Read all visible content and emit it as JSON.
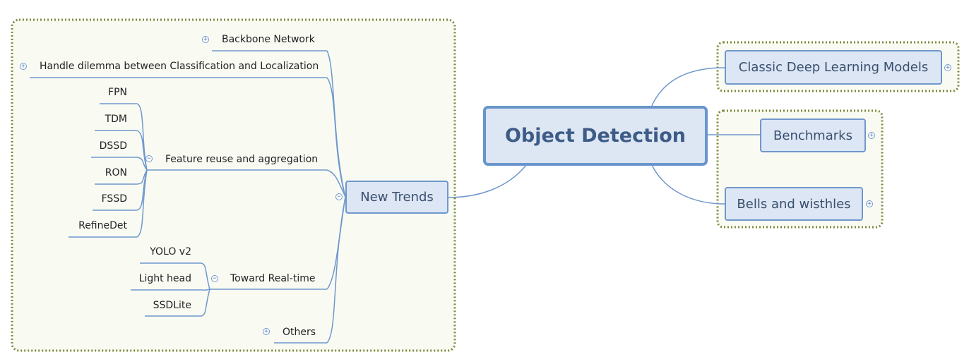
{
  "root": {
    "label": "Object Detection"
  },
  "main_topics": {
    "classic": "Classic Deep Learning Models",
    "benchmarks": "Benchmarks",
    "bells": "Bells and wisthles",
    "new_trends": "New Trends"
  },
  "new_trends": {
    "backbone": "Backbone Network",
    "dilemma": "Handle dilemma between Classification and Localization",
    "feature_reuse": {
      "label": "Feature reuse and aggregation",
      "children": [
        "FPN",
        "TDM",
        "DSSD",
        "RON",
        "FSSD",
        "RefineDet"
      ]
    },
    "real_time": {
      "label": "Toward Real-time",
      "children": [
        "YOLO v2",
        "Light head",
        "SSDLite"
      ]
    },
    "others": "Others"
  },
  "toggle": {
    "expand": "+",
    "collapse": "−"
  },
  "colors": {
    "line": "#6f98cc",
    "box_fill": "#dce6f4",
    "box_border": "#6f98cc",
    "root_text": "#3d5c87",
    "boundary": "#7a8a3a",
    "boundary_fill": "#f9fbf3"
  }
}
